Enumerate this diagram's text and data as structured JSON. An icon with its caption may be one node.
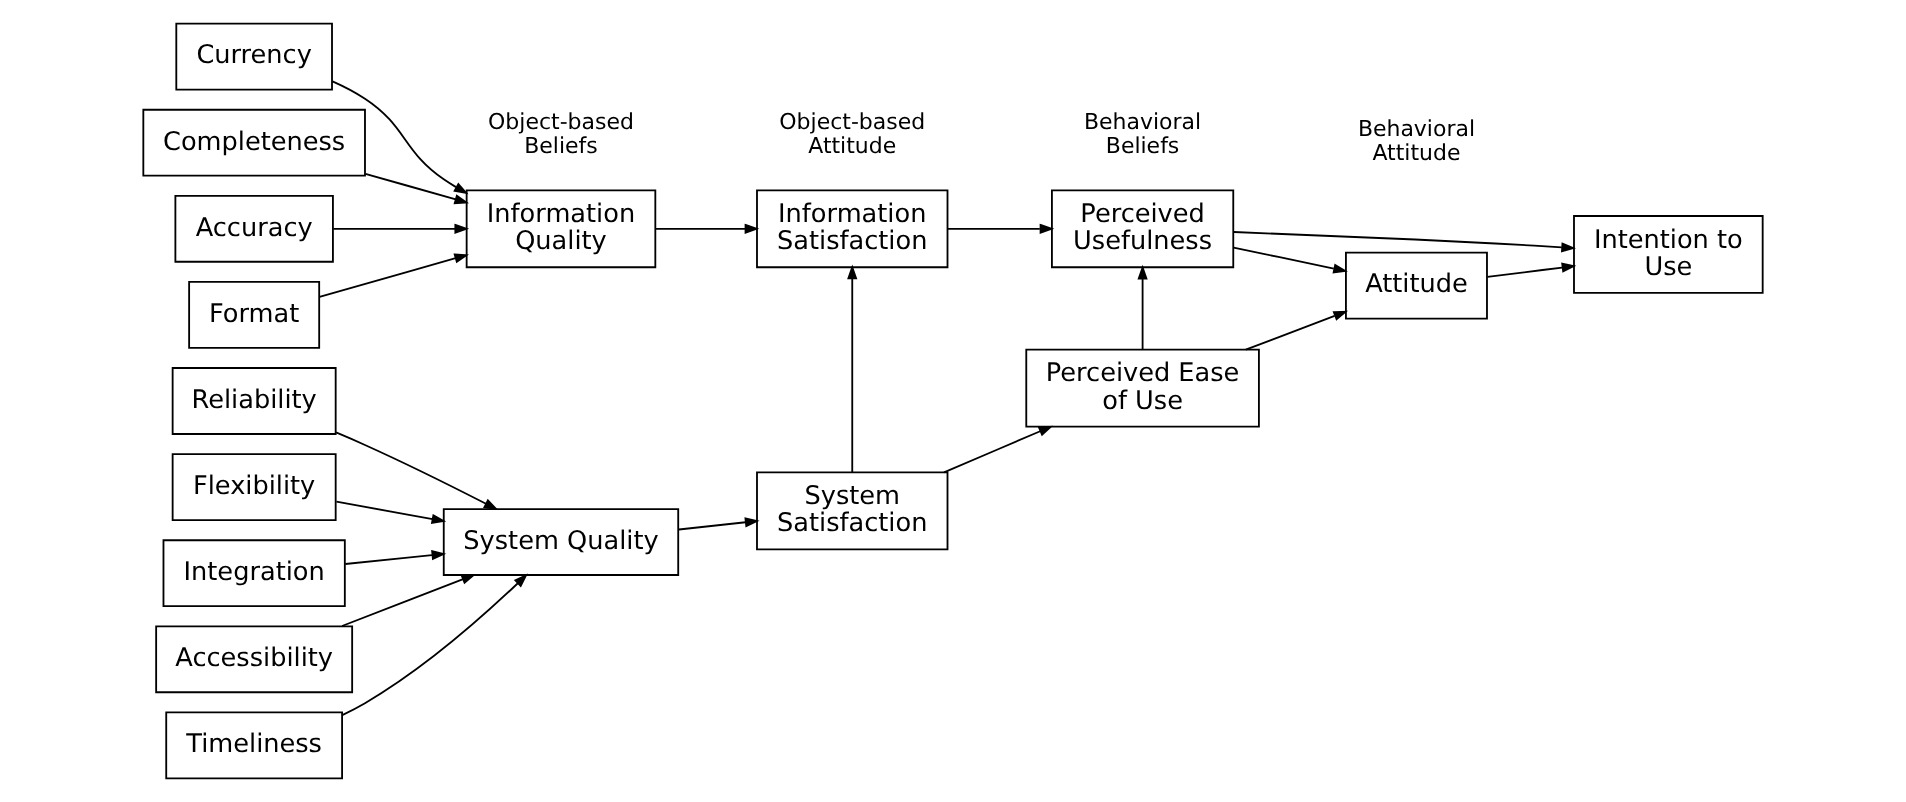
{
  "diagram": {
    "nodes": [
      {
        "text": [
          "Completeness"
        ]
      },
      {
        "text": [
          "Accuracy"
        ]
      },
      {
        "text": [
          "Format"
        ]
      },
      {
        "text": [
          "Currency"
        ]
      },
      {
        "text": [
          "Reliability"
        ]
      },
      {
        "text": [
          "Flexibility"
        ]
      },
      {
        "text": [
          "Integration"
        ]
      },
      {
        "text": [
          "Accessibility"
        ]
      },
      {
        "text": [
          "Timeliness"
        ]
      },
      {
        "text": [
          "Information Quality"
        ]
      },
      {
        "text": [
          "System Quality"
        ]
      },
      {
        "text": [
          "Information Satisfaction"
        ]
      },
      {
        "text": [
          "System Satisfaction"
        ]
      },
      {
        "text": [
          "Perceived Usefulness"
        ]
      },
      {
        "text": [
          "Perceived Ease of Use"
        ]
      },
      {
        "text": [
          "Attitude"
        ]
      },
      {
        "text": [
          "Intention to Use"
        ]
      }
    ],
    "edges": [
      {
        "from": 0,
        "to": 9,
        "arrow": "to"
      },
      {
        "from": 1,
        "to": 9,
        "arrow": "to"
      },
      {
        "from": 2,
        "to": 9,
        "arrow": "to"
      },
      {
        "from": 3,
        "to": 9,
        "arrow": "to"
      },
      {
        "from": 4,
        "to": 10,
        "arrow": "to"
      },
      {
        "from": 5,
        "to": 10,
        "arrow": "to"
      },
      {
        "from": 6,
        "to": 10,
        "arrow": "to"
      },
      {
        "from": 7,
        "to": 10,
        "arrow": "to"
      },
      {
        "from": 8,
        "to": 10,
        "arrow": "to"
      },
      {
        "from": 9,
        "to": 11,
        "arrow": "to"
      },
      {
        "from": 10,
        "to": 12,
        "arrow": "to"
      },
      {
        "from": 12,
        "to": 11,
        "arrow": "to"
      },
      {
        "from": 11,
        "to": 13,
        "arrow": "to"
      },
      {
        "from": 12,
        "to": 14,
        "arrow": "to"
      },
      {
        "from": 14,
        "to": 13,
        "arrow": "to"
      },
      {
        "from": 13,
        "to": 15,
        "arrow": "to"
      },
      {
        "from": 13,
        "to": 16,
        "arrow": "to"
      },
      {
        "from": 14,
        "to": 15,
        "arrow": "to"
      },
      {
        "from": 15,
        "to": 16,
        "arrow": "to"
      }
    ],
    "labels": [
      "Object-based Beliefs",
      "Object-based Attitude",
      "Behavioral Beliefs",
      "Behavioral Attitude"
    ]
  }
}
